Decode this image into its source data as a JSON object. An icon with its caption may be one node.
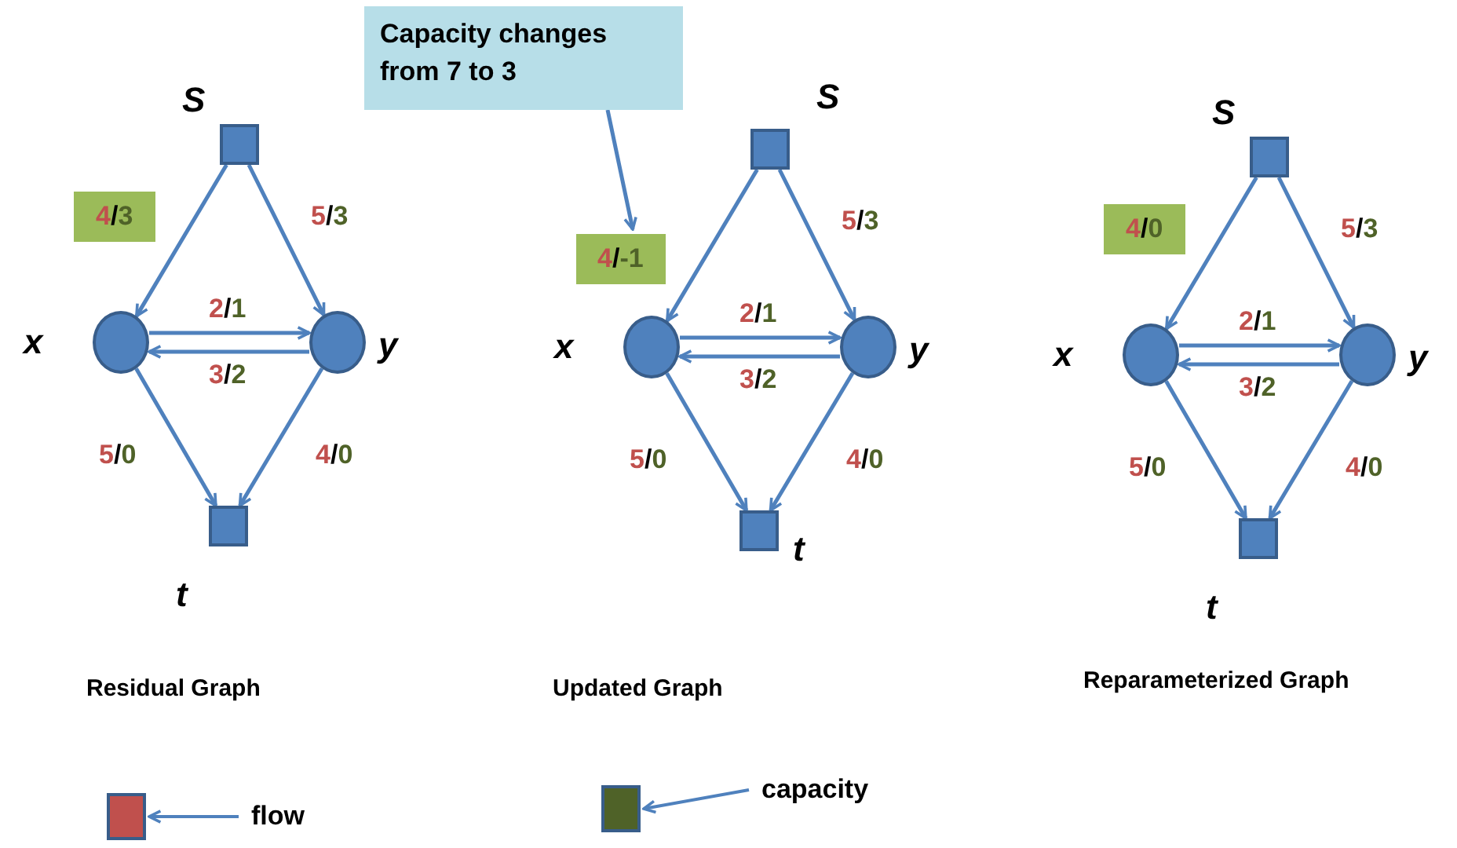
{
  "diagram": {
    "nodes": [
      {
        "text": [
          "S"
        ]
      },
      {
        "text": [
          "x"
        ]
      },
      {
        "text": [
          "y"
        ]
      },
      {
        "text": [
          "t"
        ]
      },
      {
        "text": [
          "Capacity changes from 7 to 3"
        ]
      },
      {
        "text": [
          "S"
        ]
      },
      {
        "text": [
          "x"
        ]
      },
      {
        "text": [
          "y"
        ]
      },
      {
        "text": [
          "t"
        ]
      },
      {
        "text": [
          "S"
        ]
      },
      {
        "text": [
          "x"
        ]
      },
      {
        "text": [
          "y"
        ]
      },
      {
        "text": [
          "t"
        ]
      }
    ],
    "edges": [
      {
        "from": 0,
        "to": 1,
        "arrow": "to",
        "label": "4/3"
      },
      {
        "from": 0,
        "to": 2,
        "arrow": "to",
        "label": "5/3"
      },
      {
        "from": 1,
        "to": 2,
        "arrow": "to",
        "label": "2/1"
      },
      {
        "from": 2,
        "to": 1,
        "arrow": "to",
        "label": "3/2"
      },
      {
        "from": 1,
        "to": 3,
        "arrow": "to",
        "label": "5/0"
      },
      {
        "from": 2,
        "to": 3,
        "arrow": "to",
        "label": "4/0"
      },
      {
        "from": 5,
        "to": 6,
        "arrow": "to",
        "label": "4/-1"
      },
      {
        "from": 5,
        "to": 7,
        "arrow": "to",
        "label": "5/3"
      },
      {
        "from": 6,
        "to": 7,
        "arrow": "to",
        "label": "2/1"
      },
      {
        "from": 7,
        "to": 6,
        "arrow": "to",
        "label": "3/2"
      },
      {
        "from": 6,
        "to": 8,
        "arrow": "to",
        "label": "5/0"
      },
      {
        "from": 7,
        "to": 8,
        "arrow": "to",
        "label": "4/0"
      },
      {
        "from": 4,
        "to": null,
        "arrow": "to"
      },
      {
        "from": 9,
        "to": 10,
        "arrow": "to",
        "label": "4/0"
      },
      {
        "from": 9,
        "to": 11,
        "arrow": "to",
        "label": "5/3"
      },
      {
        "from": 10,
        "to": 11,
        "arrow": "to",
        "label": "2/1"
      },
      {
        "from": 11,
        "to": 10,
        "arrow": "to",
        "label": "3/2"
      },
      {
        "from": 10,
        "to": 12,
        "arrow": "to",
        "label": "5/0"
      },
      {
        "from": 11,
        "to": 12,
        "arrow": "to",
        "label": "4/0"
      }
    ],
    "labels": [
      "Residual Graph",
      "Updated Graph",
      "Reparameterized Graph"
    ],
    "legend": [
      {
        "text": "flow",
        "color": "#c0504d"
      },
      {
        "text": "capacity",
        "color": "#4f6228"
      }
    ]
  }
}
